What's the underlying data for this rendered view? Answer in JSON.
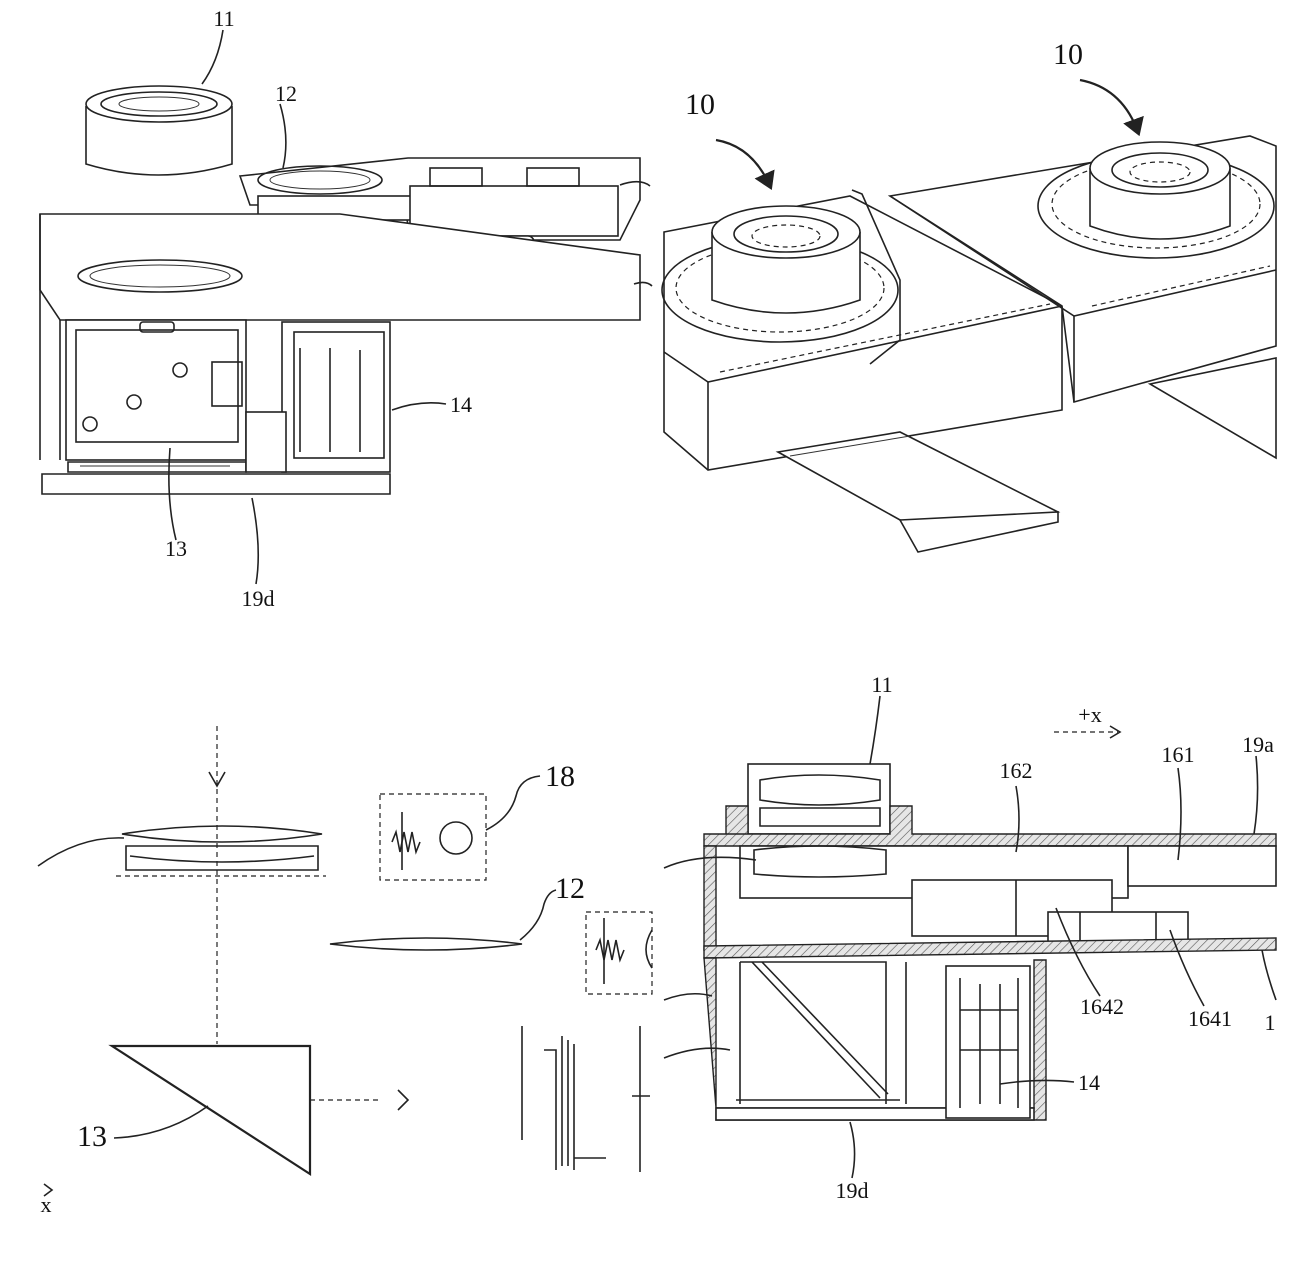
{
  "labels": {
    "fig1": {
      "lens": "11",
      "prism_unit": "12",
      "prism": "13",
      "sensor": "14",
      "base": "19d"
    },
    "fig2": {
      "module_left": "10",
      "module_right": "10"
    },
    "fig3": {
      "stabilizer": "18",
      "lens_element": "12",
      "prism": "13",
      "axis": "x"
    },
    "fig4": {
      "lens": "11",
      "axis": "+x",
      "frame": "162",
      "rail": "161",
      "cover": "19a",
      "coil": "1642",
      "magnet": "1641",
      "cut_label": "1",
      "sensor": "14",
      "base": "19d"
    }
  }
}
